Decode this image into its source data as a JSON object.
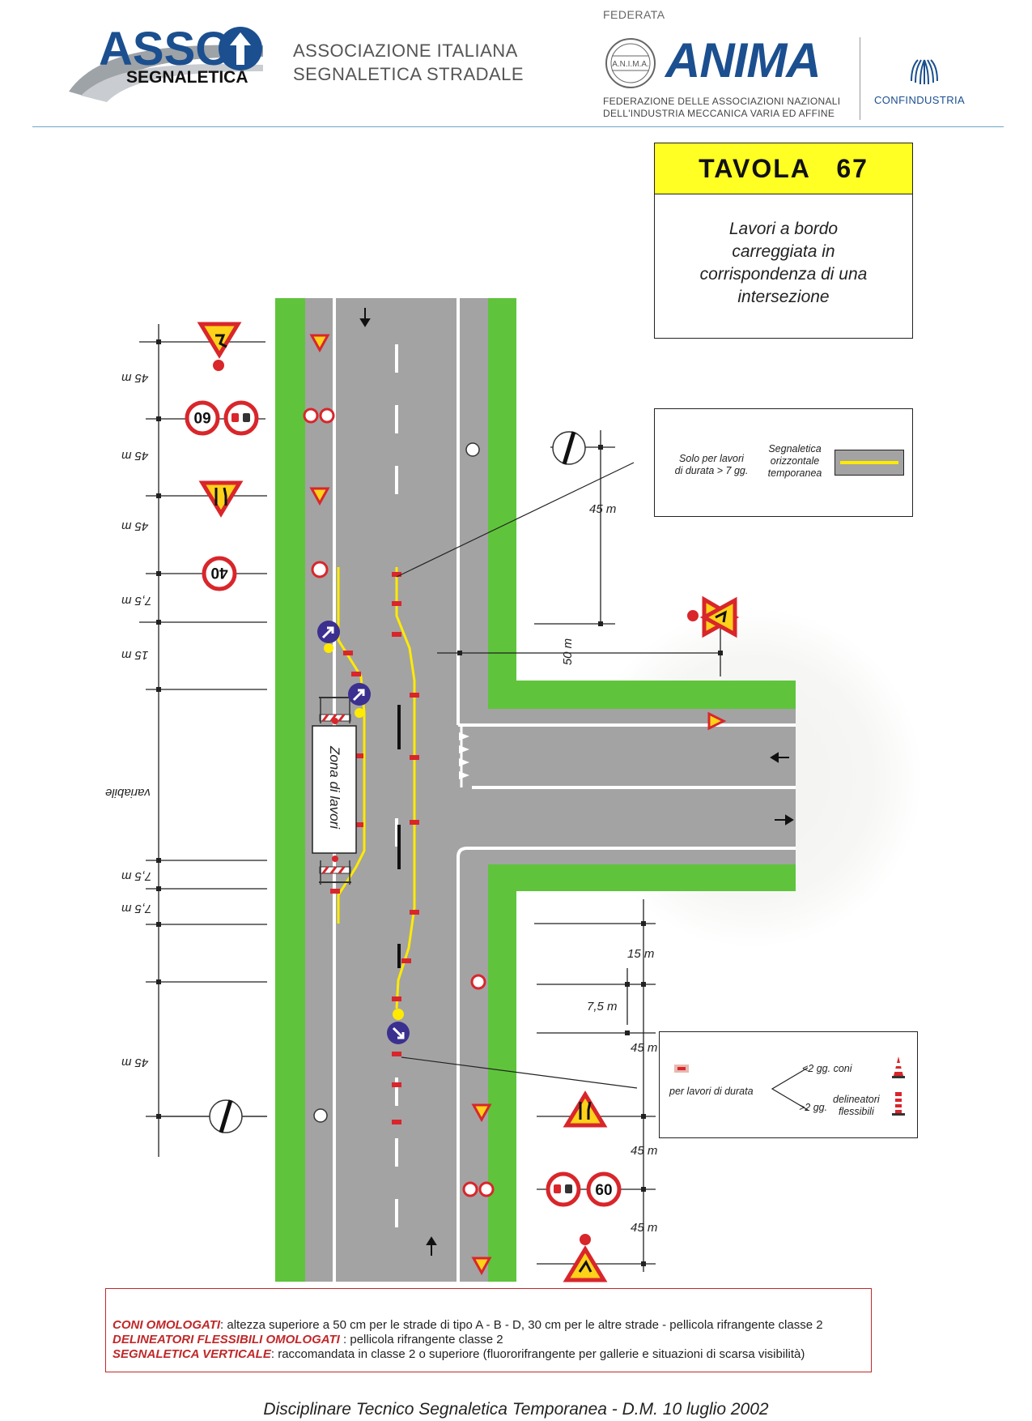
{
  "header": {
    "logo_asso": "ASSO",
    "logo_segnaletica": "SEGNALETICA",
    "assoc_line1": "ASSOCIAZIONE ITALIANA",
    "assoc_line2": "SEGNALETICA STRADALE",
    "federata": "FEDERATA",
    "anima_seal": "A.N.I.M.A.",
    "anima_logo": "ANIMA",
    "anima_sub1": "FEDERAZIONE DELLE ASSOCIAZIONI NAZIONALI",
    "anima_sub2": "DELL'INDUSTRIA MECCANICA VARIA ED AFFINE",
    "confindustria": "CONFINDUSTRIA"
  },
  "title_box": {
    "title": "TAVOLA   67",
    "desc_lines": [
      "Lavori a bordo",
      "carreggiata in",
      "corrispondenza di una",
      "intersezione"
    ]
  },
  "legend_top": {
    "left_text": [
      "Solo per lavori",
      "di durata > 7 gg."
    ],
    "right_text": [
      "Segnaletica",
      "orizzontale",
      "temporanea"
    ]
  },
  "legend_bottom": {
    "intro": "per lavori di durata",
    "cones": "<2 gg. coni",
    "delin_prefix": ">2 gg.",
    "delin_text": [
      "delineatori",
      "flessibili"
    ]
  },
  "zone_label": "Zona di lavori",
  "dimensions": {
    "left": [
      "45 m",
      "45 m",
      "45 m",
      "7,5 m",
      "15 m",
      "variabile",
      "7,5 m",
      "7,5 m",
      "45 m"
    ],
    "right": [
      "45 m",
      "50 m",
      "15 m",
      "7,5 m",
      "45 m",
      "45 m",
      "45 m"
    ]
  },
  "signs": {
    "speed_60": "60",
    "speed_40": "40"
  },
  "notes": [
    {
      "label": "CONI OMOLOGATI",
      "text": ": altezza superiore a 50 cm per le strade di tipo A - B - D, 30 cm per le altre strade - pellicola rifrangente classe 2"
    },
    {
      "label": "DELINEATORI FLESSIBILI OMOLOGATI",
      "text": " :  pellicola rifrangente classe 2"
    },
    {
      "label": "SEGNALETICA VERTICALE",
      "text": ": raccomandata in classe 2 o superiore (fluororifrangente per gallerie e situazioni di scarsa visibilità)"
    }
  ],
  "footer": "Disciplinare Tecnico Segnaletica Temporanea - D.M.  10 luglio 2002",
  "colors": {
    "grass": "#5fc43c",
    "road": "#a3a3a3",
    "sign_red": "#d8262b",
    "sign_yellow": "#ffd21a",
    "temp_marking": "#ffea00",
    "brand_blue": "#1b4f8f"
  }
}
